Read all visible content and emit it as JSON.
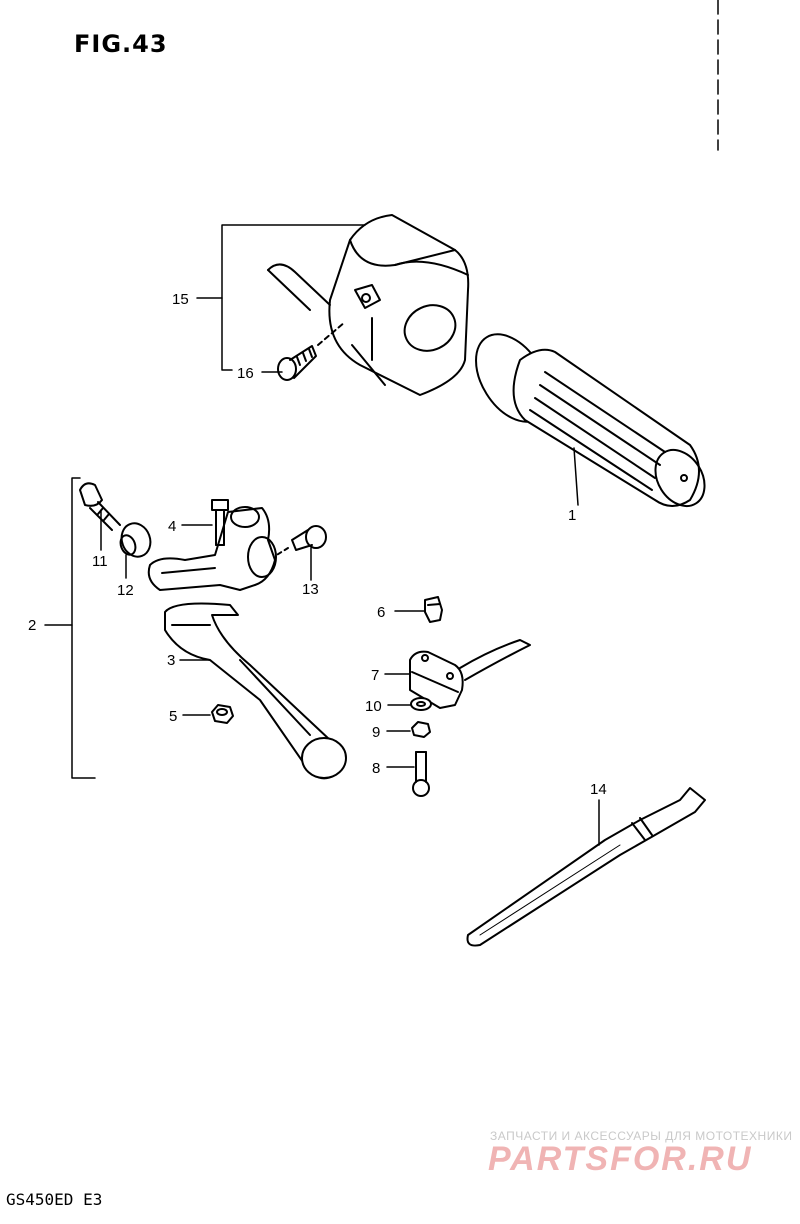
{
  "figure": {
    "title": "FIG.43",
    "model_code": "GS450ED E3"
  },
  "callouts": {
    "c1": "1",
    "c2": "2",
    "c3": "3",
    "c4": "4",
    "c5": "5",
    "c6": "6",
    "c7": "7",
    "c8": "8",
    "c9": "9",
    "c10": "10",
    "c11": "11",
    "c12": "12",
    "c13": "13",
    "c14": "14",
    "c15": "15",
    "c16": "16"
  },
  "watermark": {
    "tagline": "ЗАПЧАСТИ И АКСЕССУАРЫ ДЛЯ МОТОТЕХНИКИ",
    "logo": "PARTSFOR.RU"
  },
  "colors": {
    "ink": "#000000",
    "watermark_logo": "#f0b4b4",
    "watermark_text": "#c9c9c9"
  }
}
